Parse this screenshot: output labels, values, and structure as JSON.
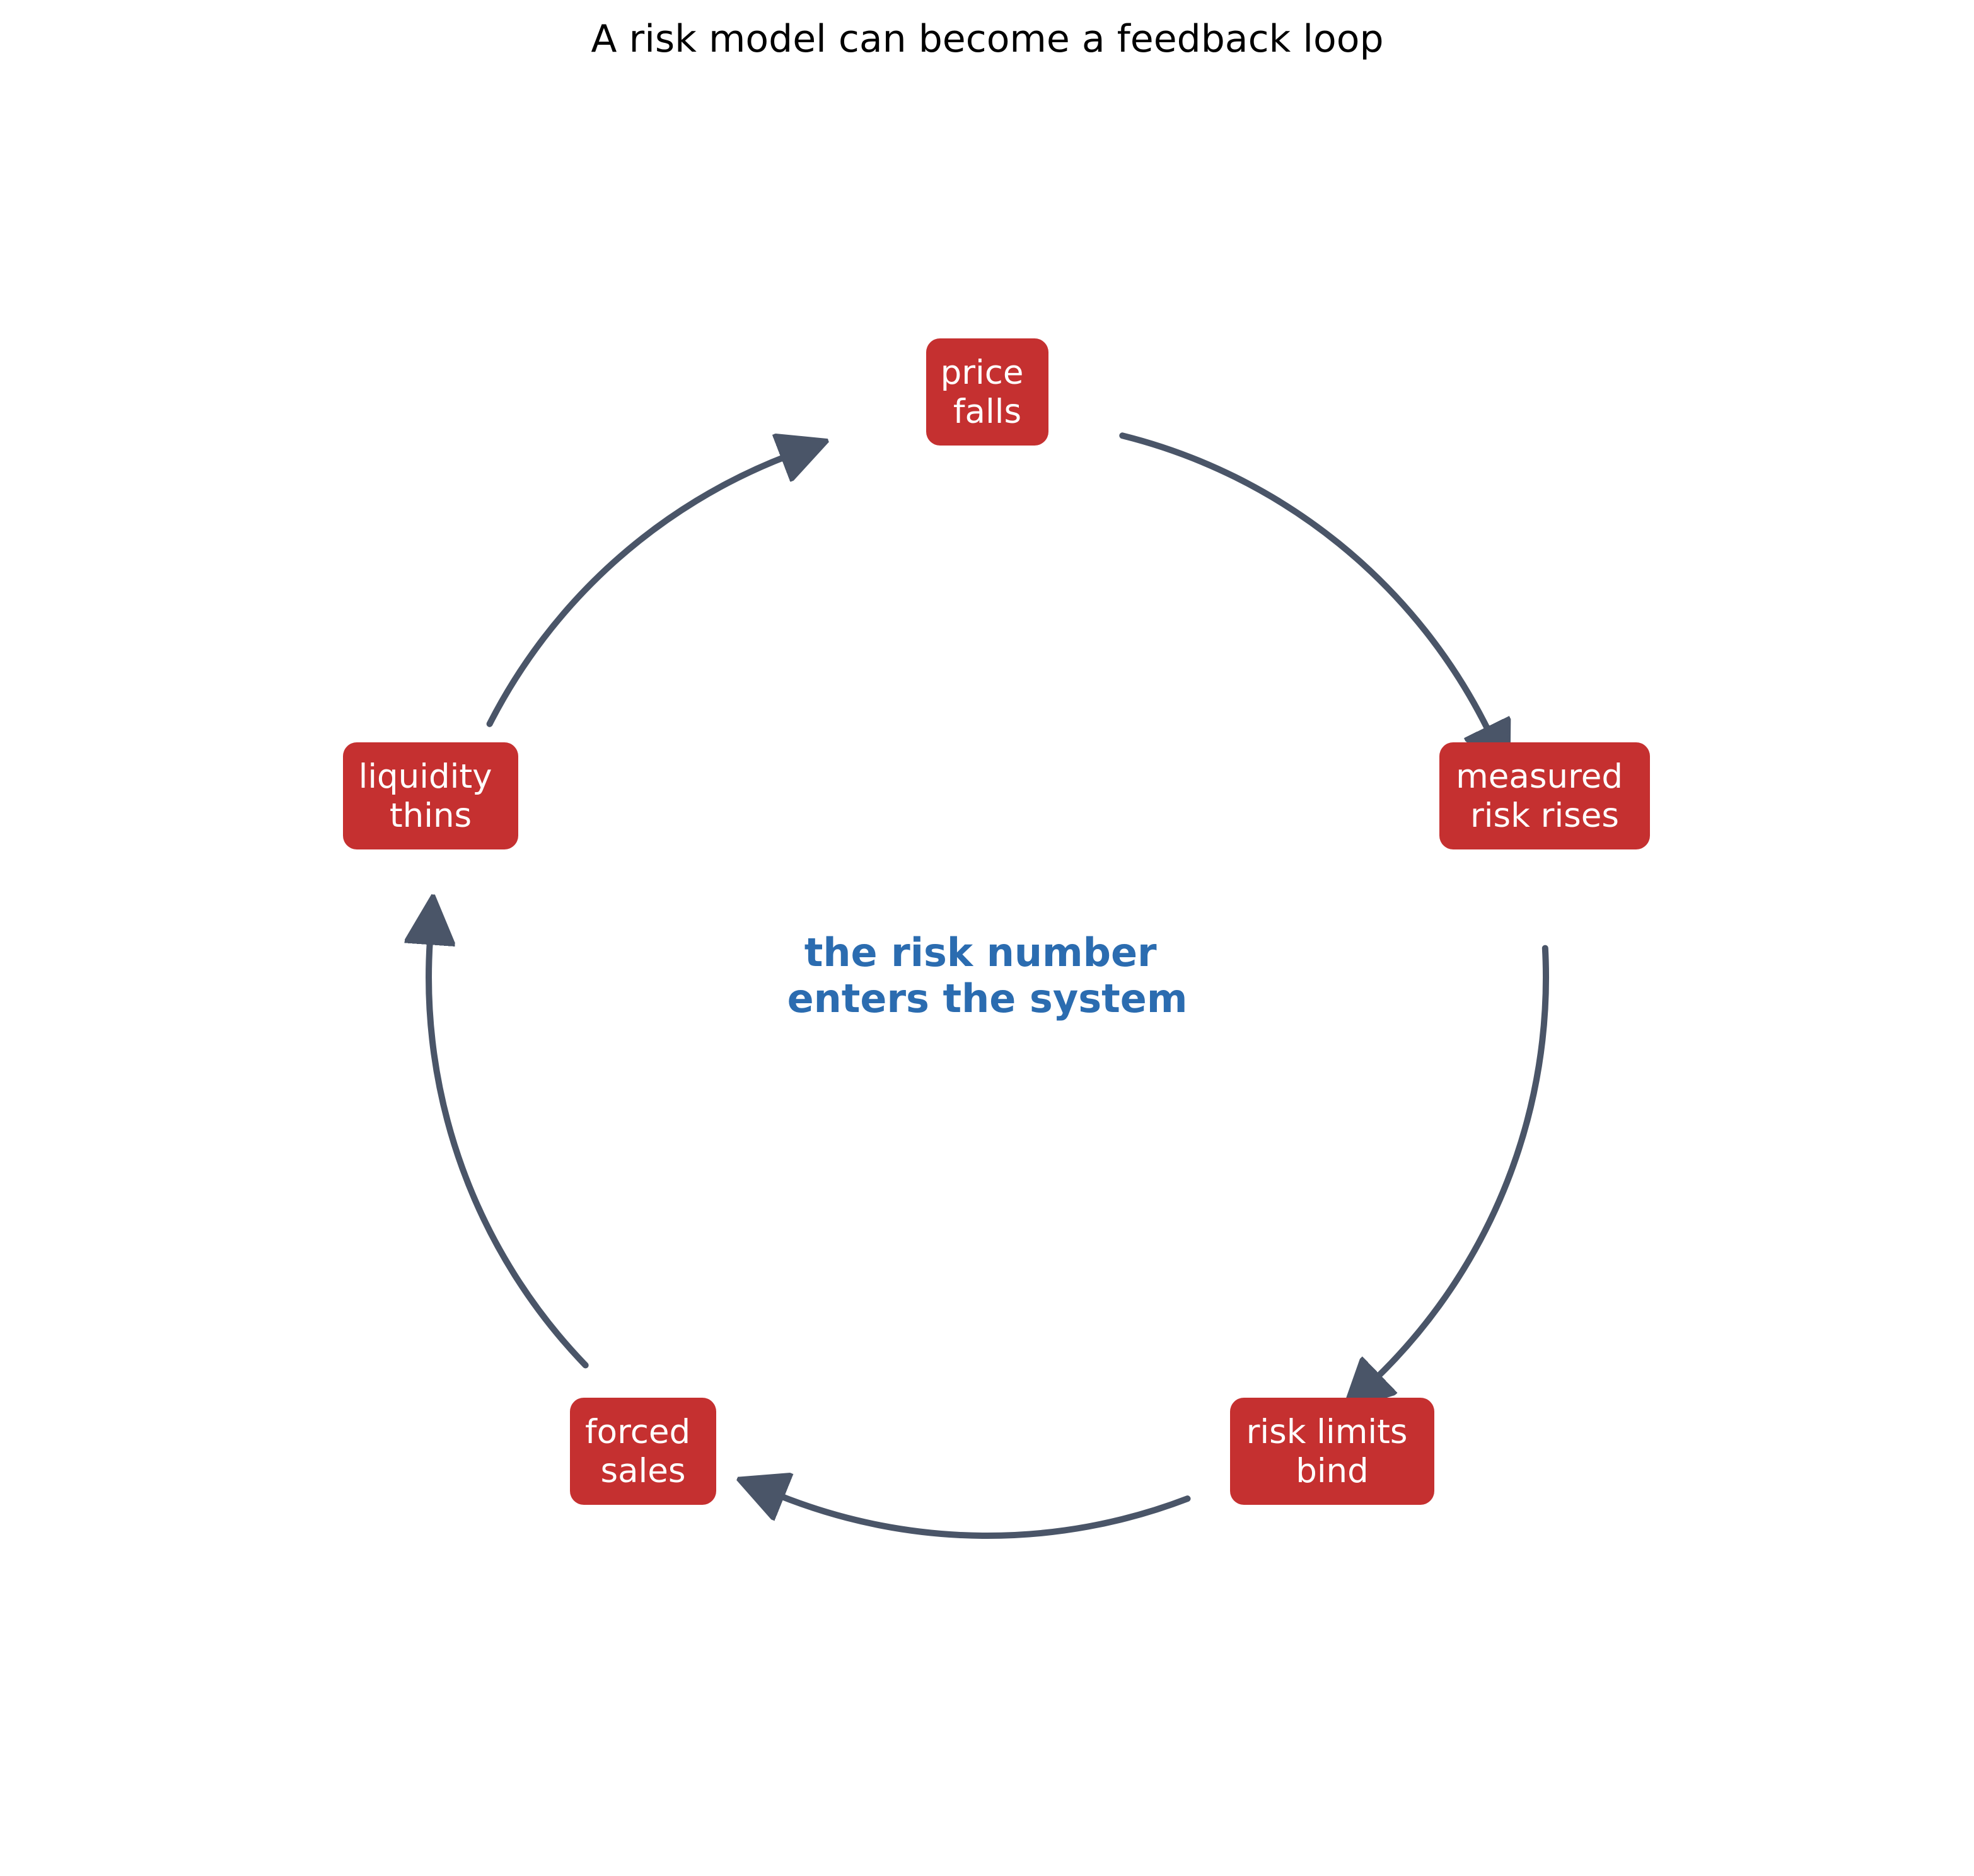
{
  "title": "A risk model can become a feedback loop",
  "center_label": {
    "lines": [
      "the risk number",
      "enters the system"
    ],
    "color": "#2b6cb0"
  },
  "colors": {
    "node_fill": "#c53030",
    "node_text": "#ffffff",
    "arrow": "#4a5568",
    "background": "#ffffff"
  },
  "nodes": [
    {
      "id": "price-falls",
      "lines": [
        "price",
        "falls"
      ]
    },
    {
      "id": "measured-risk-rises",
      "lines": [
        "measured",
        "risk rises"
      ]
    },
    {
      "id": "risk-limits-bind",
      "lines": [
        "risk limits",
        "bind"
      ]
    },
    {
      "id": "forced-sales",
      "lines": [
        "forced",
        "sales"
      ]
    },
    {
      "id": "liquidity-thins",
      "lines": [
        "liquidity",
        "thins"
      ]
    }
  ],
  "edges": [
    {
      "from": "price-falls",
      "to": "measured-risk-rises"
    },
    {
      "from": "measured-risk-rises",
      "to": "risk-limits-bind"
    },
    {
      "from": "risk-limits-bind",
      "to": "forced-sales"
    },
    {
      "from": "forced-sales",
      "to": "liquidity-thins"
    },
    {
      "from": "liquidity-thins",
      "to": "price-falls"
    }
  ]
}
